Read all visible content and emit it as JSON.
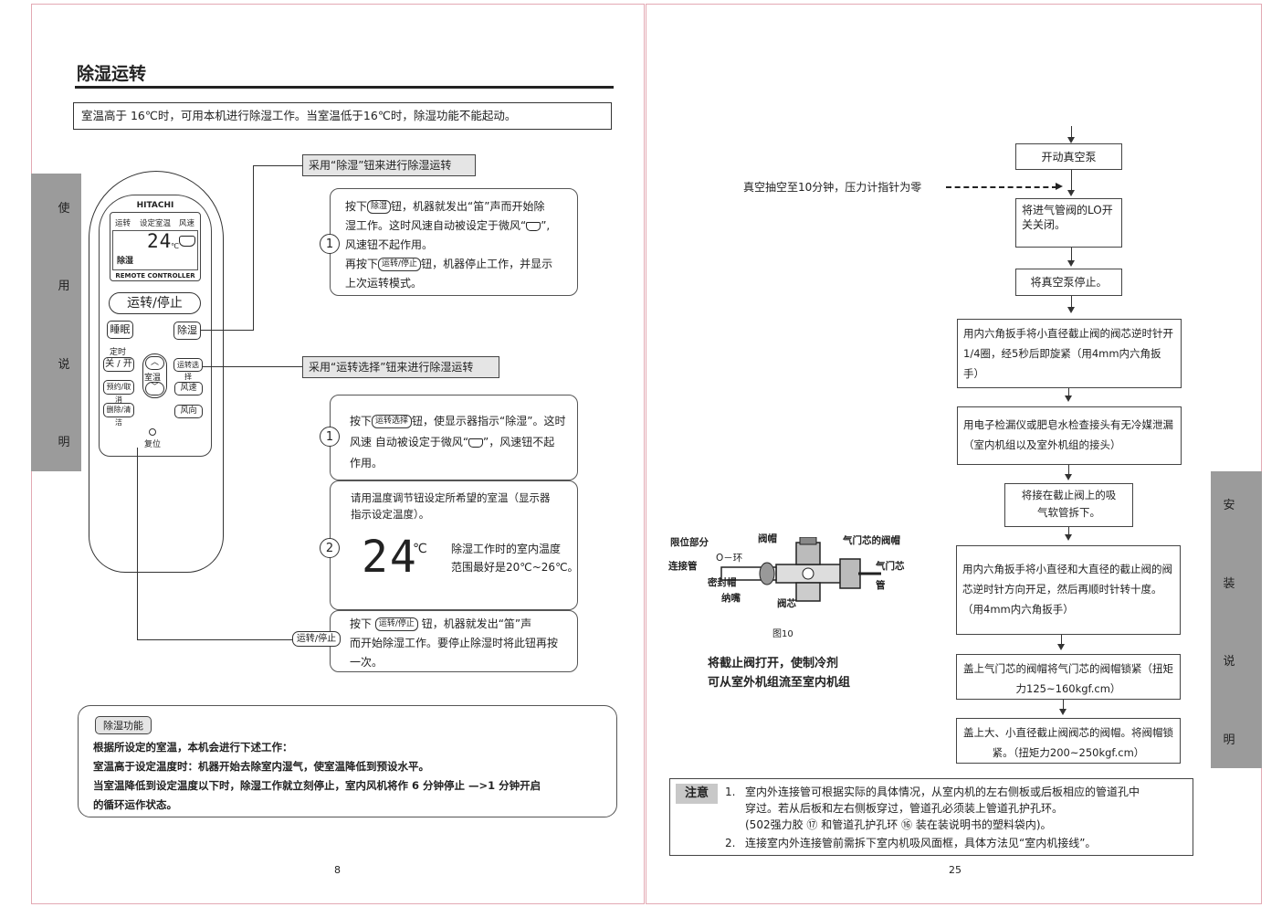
{
  "left_page": {
    "title": "除湿运转",
    "intro": "室温高于 16℃时，可用本机进行除湿工作。当室温低于16℃时，除湿功能不能起动。",
    "side_tab": [
      "使",
      "用",
      "说",
      "明"
    ],
    "section1_label": "采用“除湿”钮来进行除湿运转",
    "section1_num": "1",
    "section1_lines": [
      "按下",
      "钮，机器就发出“笛”声而开始除",
      "湿工作。这时风速自动被设定于微风“",
      "”,",
      "风速钮不起作用。",
      "再按下",
      "钮，机器停止工作，并显示",
      "上次运转模式。"
    ],
    "pill_dehumid": "除湿",
    "pill_runstop": "运转/停止",
    "section2_label": "采用“运转选择”钮来进行除湿运转",
    "section2_num1": "1",
    "section2_lines1": [
      "按下",
      "钮，使显示器指示“除湿”。这时",
      "风速 自动被设定于微风“",
      "”，风速钮不起",
      "作用。"
    ],
    "pill_modesel": "运转选择",
    "section2_num2": "2",
    "section2_lines2": [
      "请用温度调节钮设定所希望的室温（显示器",
      "指示设定温度）。"
    ],
    "big_temp": "24",
    "big_temp_unit": "℃",
    "temp_note": [
      "除湿工作时的室内温度",
      "范围最好是20℃~26℃。"
    ],
    "section3_lines": [
      "按下",
      "钮，机器就发出“笛”声",
      "而开始除湿工作。要停止除湿时将此钮再按",
      "一次。"
    ],
    "runstop_callout": "运转/停止",
    "func_box_label": "除湿功能",
    "func_lines": [
      "根据所设定的室温，本机会进行下述工作：",
      "室温高于设定温度时：机器开始去除室内湿气，使室温降低到预设水平。",
      "当室温降低到设定温度以下时，除湿工作就立刻停止，室内风机将作 6 分钟停止 —>1 分钟开启",
      "的循环运作状态。"
    ],
    "page_no": "8",
    "remote": {
      "brand": "HITACHI",
      "disp_labels": [
        "运转",
        "设定室温",
        "风速"
      ],
      "disp_temp": "24",
      "disp_unit": "℃",
      "disp_mode": "除湿",
      "model": "REMOTE CONTROLLER",
      "btn_runstop": "运转/停止",
      "btn_sleep": "睡眠",
      "btn_dehumid": "除湿",
      "timer_label": "定时",
      "btn_onoff": "关 / 开",
      "btn_reserve": "预约/取消",
      "btn_clean": "删除/清洁",
      "temp_label": "室温",
      "btn_mode": "运转选择",
      "btn_speed": "风速",
      "btn_dir": "风向",
      "reset_label": "复位"
    }
  },
  "right_page": {
    "side_tab": [
      "安",
      "装",
      "说",
      "明"
    ],
    "vac_note": "真空抽空至10分钟，压力计指针为零",
    "steps": [
      "开动真空泵",
      "将进气管阀的LO开关关闭。",
      "将真空泵停止。",
      "用内六角扳手将小直径截止阀的阀芯逆时针开1/4圈，经5秒后即旋紧（用4mm内六角扳手）",
      "用电子检漏仪或肥皂水检查接头有无冷媒泄漏（室内机组以及室外机组的接头）",
      "将接在截止阀上的吸气软管拆下。",
      "用内六角扳手将小直径和大直径的截止阀的阀芯逆时针方向开足，然后再顺时针转十度。（用4mm内六角扳手）",
      "盖上气门芯的阀帽将气门芯的阀帽锁紧（扭矩力125~160kgf.cm）",
      "盖上大、小直径截止阀阀芯的阀帽。将阀帽锁紧。（扭矩力200~250kgf.cm）"
    ],
    "fig_labels": {
      "limit": "限位部分",
      "oring": "O－环",
      "pipe": "连接管",
      "seal": "密封帽",
      "nut": "纳嘴",
      "cap": "阀帽",
      "valve_cap": "气门芯的阀帽",
      "valve_core": "气门芯",
      "tube": "管",
      "core": "阀芯"
    },
    "fig_caption": "图10",
    "fig_note": [
      "将截止阀打开，使制冷剂",
      "可从室外机组流至室内机组"
    ],
    "note_label": "注意",
    "note_items": [
      {
        "num": "1.",
        "lines": [
          "室内外连接管可根据实际的具体情况，从室内机的左右侧板或后板相应的管道孔中",
          "穿过。若从后板和左右侧板穿过，管道孔必须装上管道孔护孔环。",
          "(502强力胶 ⑰ 和管道孔护孔环 ⑯ 装在装说明书的塑料袋内)。"
        ]
      },
      {
        "num": "2.",
        "lines": [
          "连接室内外连接管前需拆下室内机吸风面框，具体方法见“室内机接线”。"
        ]
      }
    ],
    "page_no": "25"
  }
}
